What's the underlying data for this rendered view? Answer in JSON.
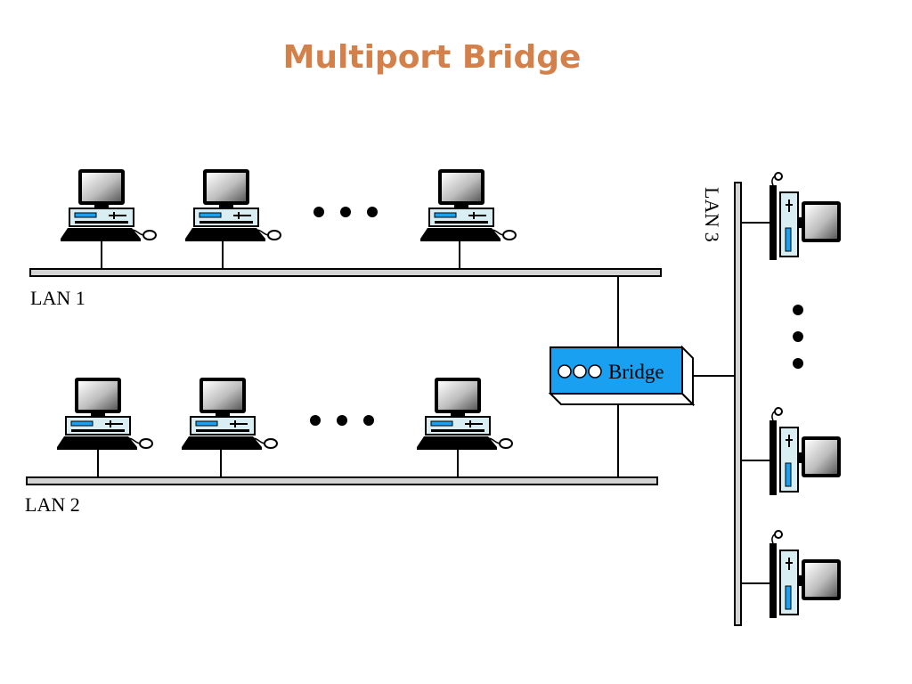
{
  "slide": {
    "title": "Multiport Bridge"
  },
  "diagram": {
    "lan1": {
      "label": "LAN 1",
      "computers_shown": 3
    },
    "lan2": {
      "label": "LAN 2",
      "computers_shown": 3
    },
    "lan3": {
      "label": "LAN 3",
      "computers_shown": 3
    },
    "bridge": {
      "label": "Bridge",
      "color": "#1aa0f0"
    },
    "continuation_icon": "ellipsis-dots"
  }
}
